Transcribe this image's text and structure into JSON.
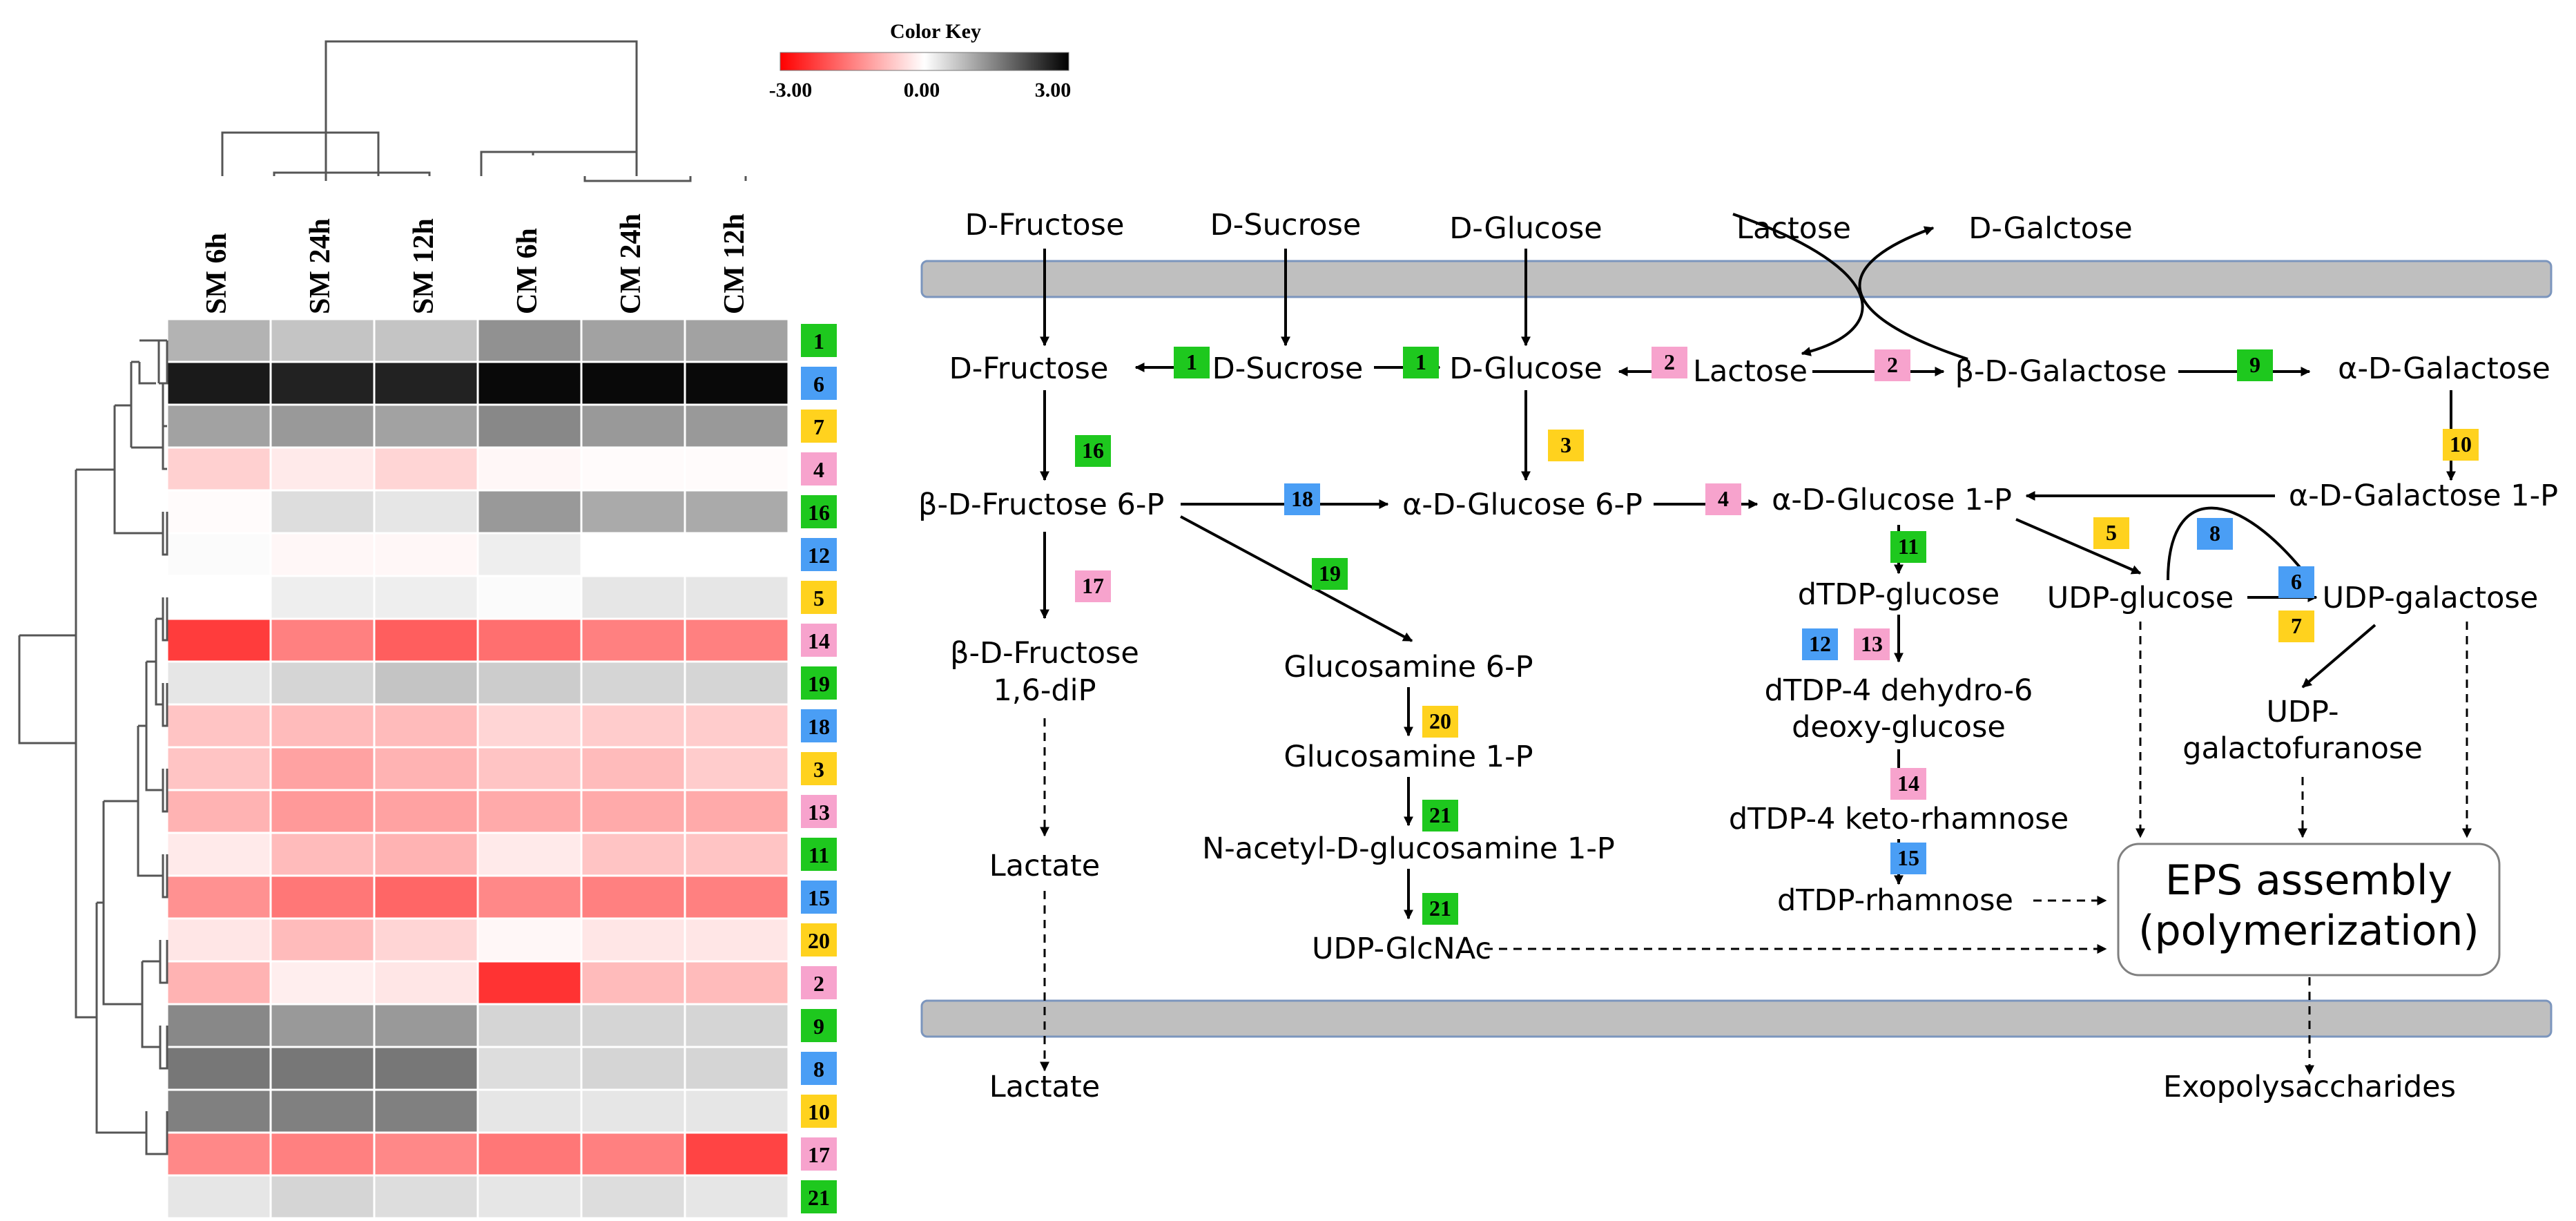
{
  "color_key": {
    "title": "Color Key",
    "min_label": "-3.00",
    "mid_label": "0.00",
    "max_label": "3.00",
    "min_color": "#ff0000",
    "mid_color": "#ffffff",
    "max_color": "#000000"
  },
  "heatmap": {
    "columns": [
      "SM 6h",
      "SM 24h",
      "SM 12h",
      "CM 6h",
      "CM 24h",
      "CM 12h"
    ],
    "rows": [
      {
        "label": "1",
        "group": "green",
        "values": [
          0.9,
          0.7,
          0.7,
          1.3,
          1.1,
          1.1
        ]
      },
      {
        "label": "6",
        "group": "blue",
        "values": [
          2.7,
          2.6,
          2.6,
          2.9,
          2.9,
          2.9
        ]
      },
      {
        "label": "7",
        "group": "yellow",
        "values": [
          1.1,
          1.2,
          1.1,
          1.4,
          1.2,
          1.2
        ]
      },
      {
        "label": "4",
        "group": "pink",
        "values": [
          -0.55,
          -0.25,
          -0.5,
          -0.1,
          -0.05,
          -0.05
        ]
      },
      {
        "label": "16",
        "group": "green",
        "values": [
          -0.05,
          0.4,
          0.3,
          1.2,
          1.0,
          1.0
        ]
      },
      {
        "label": "12",
        "group": "blue",
        "values": [
          0.05,
          -0.1,
          -0.1,
          0.2,
          0.0,
          0.0
        ]
      },
      {
        "label": "5",
        "group": "yellow",
        "values": [
          0.0,
          0.2,
          0.2,
          0.05,
          0.3,
          0.3
        ]
      },
      {
        "label": "14",
        "group": "pink",
        "values": [
          -2.3,
          -1.5,
          -1.9,
          -1.7,
          -1.5,
          -1.5
        ]
      },
      {
        "label": "19",
        "group": "green",
        "values": [
          0.3,
          0.5,
          0.7,
          0.6,
          0.5,
          0.5
        ]
      },
      {
        "label": "18",
        "group": "blue",
        "values": [
          -0.7,
          -0.8,
          -0.8,
          -0.5,
          -0.6,
          -0.6
        ]
      },
      {
        "label": "3",
        "group": "yellow",
        "values": [
          -0.7,
          -1.1,
          -0.9,
          -0.7,
          -0.8,
          -0.6
        ]
      },
      {
        "label": "13",
        "group": "pink",
        "values": [
          -0.9,
          -1.2,
          -1.1,
          -1.0,
          -1.0,
          -1.0
        ]
      },
      {
        "label": "11",
        "group": "green",
        "values": [
          -0.25,
          -0.8,
          -0.9,
          -0.25,
          -0.7,
          -0.7
        ]
      },
      {
        "label": "15",
        "group": "blue",
        "values": [
          -1.3,
          -1.6,
          -1.8,
          -1.4,
          -1.5,
          -1.5
        ]
      },
      {
        "label": "20",
        "group": "yellow",
        "values": [
          -0.3,
          -0.8,
          -0.5,
          -0.1,
          -0.3,
          -0.3
        ]
      },
      {
        "label": "2",
        "group": "pink",
        "values": [
          -0.9,
          -0.2,
          -0.3,
          -2.4,
          -0.8,
          -0.8
        ]
      },
      {
        "label": "9",
        "group": "green",
        "values": [
          1.4,
          1.2,
          1.2,
          0.5,
          0.5,
          0.5
        ]
      },
      {
        "label": "8",
        "group": "blue",
        "values": [
          1.6,
          1.6,
          1.6,
          0.4,
          0.5,
          0.5
        ]
      },
      {
        "label": "10",
        "group": "yellow",
        "values": [
          1.5,
          1.5,
          1.5,
          0.3,
          0.3,
          0.3
        ]
      },
      {
        "label": "17",
        "group": "pink",
        "values": [
          -1.4,
          -1.5,
          -1.4,
          -1.6,
          -1.5,
          -2.2
        ]
      },
      {
        "label": "21",
        "group": "green",
        "values": [
          0.3,
          0.5,
          0.4,
          0.3,
          0.4,
          0.3
        ]
      }
    ]
  },
  "badge_colors": {
    "green": "#1ec81e",
    "blue": "#4a9ef5",
    "yellow": "#ffd21e",
    "pink": "#f7a3cd"
  },
  "pathway": {
    "nodes": {
      "ext_fructose": "D-Fructose",
      "ext_sucrose": "D-Sucrose",
      "ext_glucose": "D-Glucose",
      "ext_lactose": "Lactose",
      "ext_galactose": "D-Galctose",
      "fructose": "D-Fructose",
      "sucrose": "D-Sucrose",
      "glucose": "D-Glucose",
      "lactose": "Lactose",
      "b_galactose": "β-D-Galactose",
      "a_galactose": "α-D-Galactose",
      "fructose_6p": "β-D-Fructose 6-P",
      "glucose_6p": "α-D-Glucose 6-P",
      "glucose_1p": "α-D-Glucose 1-P",
      "galactose_1p": "α-D-Galactose 1-P",
      "fructose_16": "β-D-Fructose",
      "fructose_16b": "1,6-diP",
      "glucosamine_6p": "Glucosamine 6-P",
      "glucosamine_1p": "Glucosamine 1-P",
      "nacetyl": "N-acetyl-D-glucosamine 1-P",
      "udp_glcnac": "UDP-GlcNAc",
      "dtdp_glucose": "dTDP-glucose",
      "dtdp_dehydro_a": "dTDP-4 dehydro-6",
      "dtdp_dehydro_b": "deoxy-glucose",
      "dtdp_keto": "dTDP-4 keto-rhamnose",
      "dtdp_rhamnose": "dTDP-rhamnose",
      "udp_glucose": "UDP-glucose",
      "udp_galactose": "UDP-galactose",
      "udp_galf_a": "UDP-",
      "udp_galf_b": "galactofuranose",
      "lactate_in": "Lactate",
      "lactate_out": "Lactate",
      "eps_a": "EPS assembly",
      "eps_b": "(polymerization)",
      "exopoly": "Exopolysaccharides"
    },
    "enzyme_badges": [
      {
        "id": "1a",
        "label": "1",
        "group": "green"
      },
      {
        "id": "1b",
        "label": "1",
        "group": "green"
      },
      {
        "id": "2a",
        "label": "2",
        "group": "pink"
      },
      {
        "id": "2b",
        "label": "2",
        "group": "pink"
      },
      {
        "id": "9",
        "label": "9",
        "group": "green"
      },
      {
        "id": "16",
        "label": "16",
        "group": "green"
      },
      {
        "id": "3",
        "label": "3",
        "group": "yellow"
      },
      {
        "id": "10",
        "label": "10",
        "group": "yellow"
      },
      {
        "id": "18",
        "label": "18",
        "group": "blue"
      },
      {
        "id": "4",
        "label": "4",
        "group": "pink"
      },
      {
        "id": "17",
        "label": "17",
        "group": "pink"
      },
      {
        "id": "19",
        "label": "19",
        "group": "green"
      },
      {
        "id": "11",
        "label": "11",
        "group": "green"
      },
      {
        "id": "5",
        "label": "5",
        "group": "yellow"
      },
      {
        "id": "8",
        "label": "8",
        "group": "blue"
      },
      {
        "id": "6",
        "label": "6",
        "group": "blue"
      },
      {
        "id": "7",
        "label": "7",
        "group": "yellow"
      },
      {
        "id": "12",
        "label": "12",
        "group": "blue"
      },
      {
        "id": "13",
        "label": "13",
        "group": "pink"
      },
      {
        "id": "20",
        "label": "20",
        "group": "yellow"
      },
      {
        "id": "14",
        "label": "14",
        "group": "pink"
      },
      {
        "id": "21a",
        "label": "21",
        "group": "green"
      },
      {
        "id": "21b",
        "label": "21",
        "group": "green"
      },
      {
        "id": "15",
        "label": "15",
        "group": "blue"
      }
    ],
    "separator": ","
  }
}
